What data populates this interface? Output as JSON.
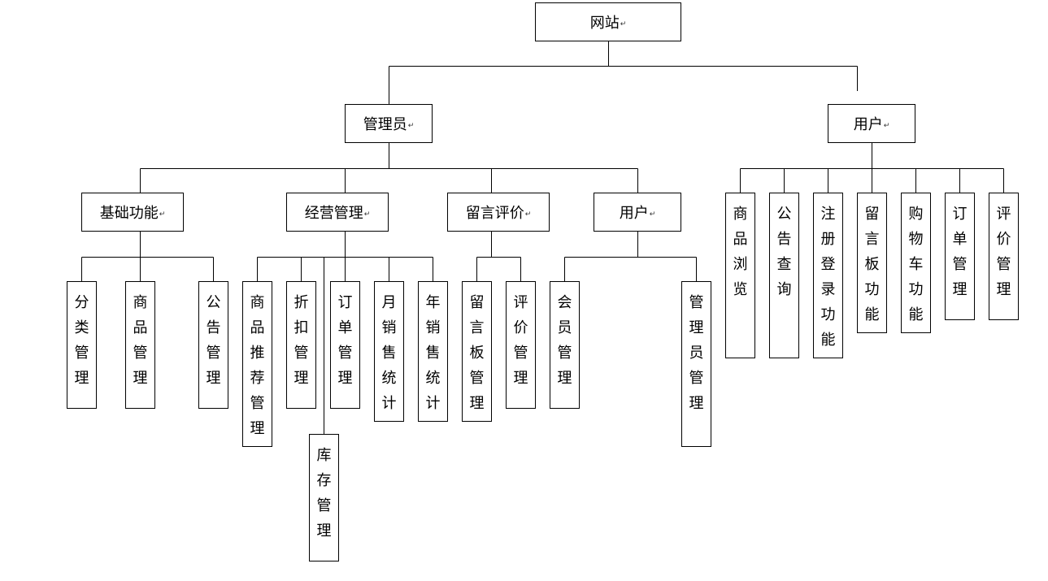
{
  "nodes": {
    "root": "网站",
    "admin": "管理员",
    "user": "用户",
    "basic": "基础功能",
    "ops": "经营管理",
    "msg": "留言评价",
    "admin_user": "用户",
    "category_mgmt": "分类管理",
    "product_mgmt": "商品管理",
    "notice_mgmt": "公告管理",
    "recommend_mgmt": "商品推荐管理",
    "discount_mgmt": "折扣管理",
    "inventory_mgmt": "库存管理",
    "order_mgmt": "订单管理",
    "monthly_sales": "月销售统计",
    "yearly_sales": "年销售统计",
    "board_mgmt": "留言板管理",
    "review_mgmt": "评价管理",
    "member_mgmt": "会员管理",
    "admin_mgmt": "管理员管理",
    "product_browse": "商品浏览",
    "notice_query": "公告查询",
    "register_login": "注册登录功能",
    "board_func": "留言板功能",
    "cart_func": "购物车功能",
    "order_mgmt_user": "订单管理",
    "review_mgmt_user": "评价管理"
  },
  "paragraph_mark": "↵"
}
